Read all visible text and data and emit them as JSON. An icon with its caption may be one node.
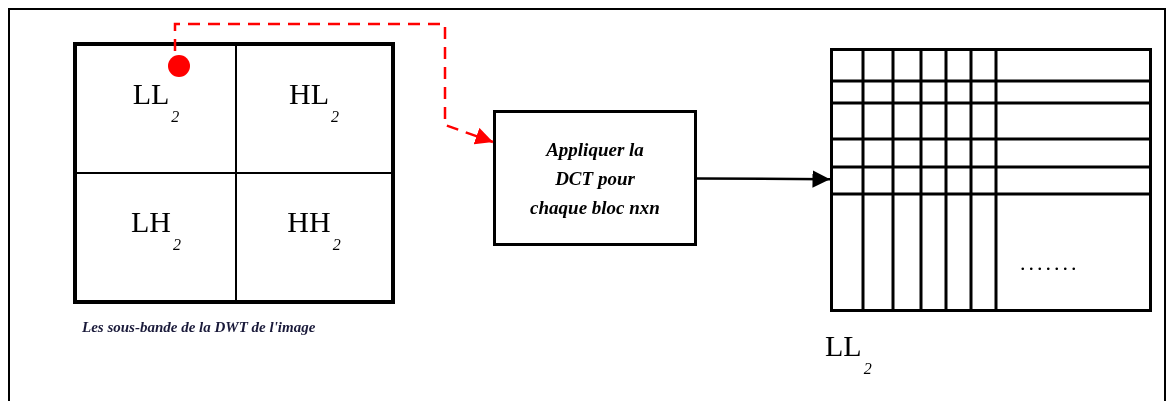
{
  "diagram": {
    "nodes": [
      {
        "text": [],
        "shape": "box",
        "beside": [
          "Les sous-bande de la DWT de l'image"
        ]
      },
      {
        "text": [
          "LL$_{2}$"
        ],
        "in": 0
      },
      {
        "text": [
          "HL$_{2}$"
        ],
        "in": 0
      },
      {
        "text": [
          "LH$_{2}$"
        ],
        "in": 0
      },
      {
        "text": [
          "HH$_{2}$"
        ],
        "in": 0
      },
      {
        "text": [],
        "shape": "circle",
        "in": 1
      },
      {
        "text": [
          "Appliquer la DCT pour chaque bloc nxn"
        ]
      },
      {
        "text": [],
        "shape": "box",
        "beside": [
          "LL$_{2}$"
        ]
      }
    ],
    "edges": [
      {
        "from": 5,
        "to": 6,
        "arrow": "to",
        "style": "dashed",
        "color": "#ff0000"
      },
      {
        "from": 6,
        "to": 7,
        "arrow": "to",
        "color": "#000000"
      }
    ],
    "labels": [
      "......."
    ]
  }
}
